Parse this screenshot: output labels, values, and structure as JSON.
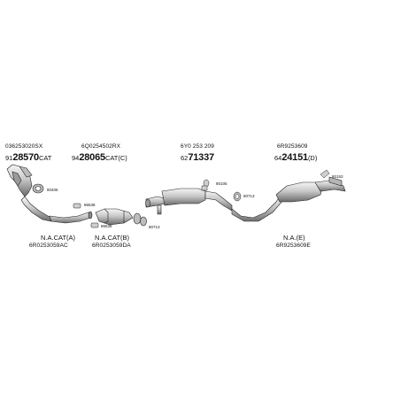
{
  "groups": [
    {
      "oem": "036253020SX",
      "prefix": "91",
      "bold": "28570",
      "suffix": "CAT"
    },
    {
      "oem": "6Q0254502RX",
      "prefix": "94",
      "bold": "28065",
      "suffix": "CAT(C)"
    },
    {
      "oem": "6Y0 253 209",
      "prefix": "62",
      "bold": "71337",
      "suffix": ""
    },
    {
      "oem": "6R9253609",
      "prefix": "64",
      "bold": "24151",
      "suffix": "(D)"
    }
  ],
  "na_labels": [
    {
      "label": "N.A.",
      "suffix": "CAT(A)",
      "oem": "6R0253059AC"
    },
    {
      "label": "N.A.",
      "suffix": "CAT(B)",
      "oem": "6R0253059DA"
    },
    {
      "label": "N.A.",
      "suffix": "(E)",
      "oem": "6R9253609E"
    }
  ],
  "small_part_numbers": {
    "p1": "80406",
    "p2": "86538",
    "p3": "86538",
    "p4": "80713",
    "p5": "80105",
    "p6": "80713",
    "p7": "80153"
  },
  "colors": {
    "line": "#222222",
    "part_fill": "#d4d4d4",
    "part_dark": "#8a8a8a"
  }
}
